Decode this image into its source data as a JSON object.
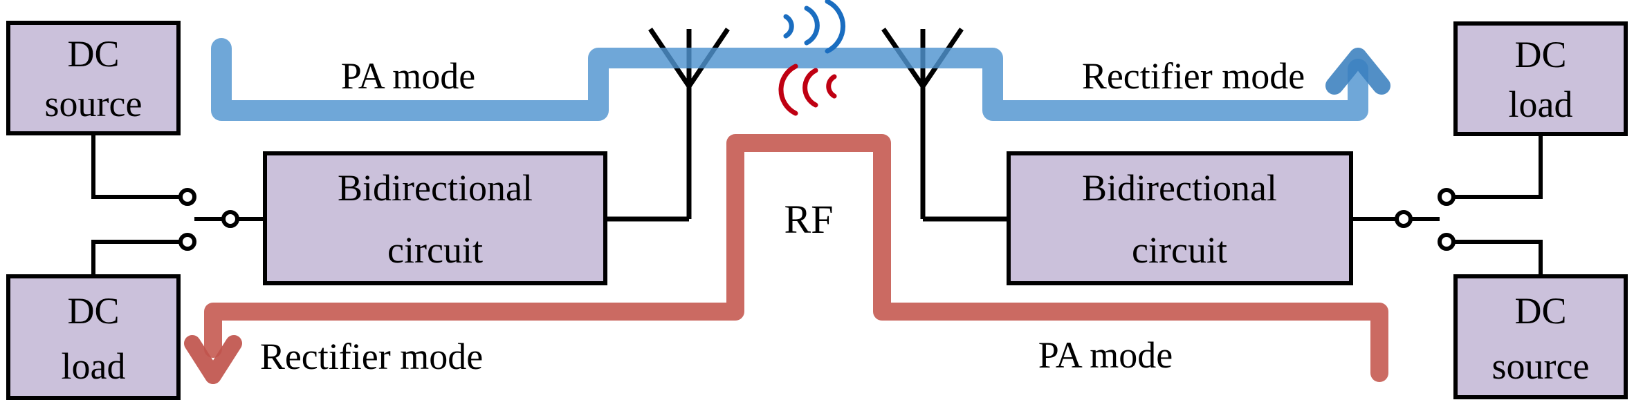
{
  "colors": {
    "box_fill": "#cbc1db",
    "box_border": "#000000",
    "wire": "#000000",
    "text": "#000000",
    "path_blue": "#4f94d0",
    "path_blue_dark": "#3a7fbe",
    "path_red": "#cb6a62",
    "path_red_dark": "#c0544c",
    "wave_blue": "#1a6dc0",
    "wave_red": "#bf0012"
  },
  "boxes": {
    "left_top": {
      "line1": "DC",
      "line2": "source"
    },
    "left_bottom": {
      "line1": "DC",
      "line2": "load"
    },
    "left_mid": {
      "line1": "Bidirectional",
      "line2": "circuit"
    },
    "right_mid": {
      "line1": "Bidirectional",
      "line2": "circuit"
    },
    "right_top": {
      "line1": "DC",
      "line2": "load"
    },
    "right_bottom": {
      "line1": "DC",
      "line2": "source"
    }
  },
  "labels": {
    "pa_mode_top": "PA mode",
    "rectifier_mode_top": "Rectifier mode",
    "rectifier_mode_bottom": "Rectifier mode",
    "pa_mode_bottom": "PA mode",
    "rf": "RF"
  }
}
